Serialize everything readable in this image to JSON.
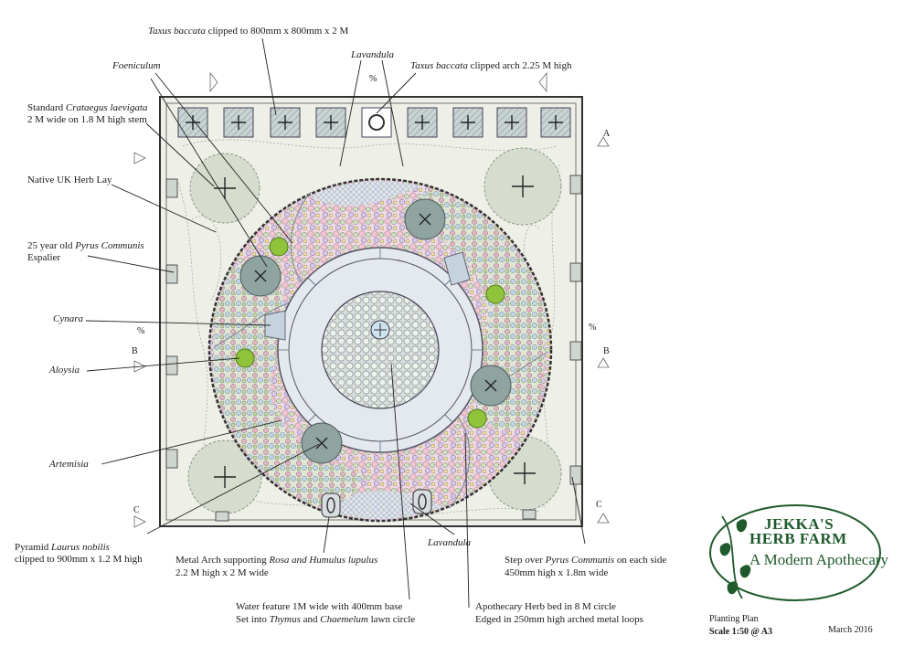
{
  "labels": {
    "taxus_top": {
      "pre": "",
      "it": "Taxus baccata",
      "post": " clipped to 800mm x 800mm x 2 M"
    },
    "foeniculum": {
      "pre": "",
      "it": "Foeniculum",
      "post": ""
    },
    "lavandula_top": {
      "pre": "",
      "it": "Lavandula",
      "post": ""
    },
    "taxus_arch": {
      "pre": "",
      "it": "Taxus baccata",
      "post": " clipped arch 2.25 M high"
    },
    "crataegus_1": {
      "pre": "Standard ",
      "it": "Crataegus laevigata",
      "post": ""
    },
    "crataegus_2": {
      "pre": "2 M wide on 1.8 M high stem",
      "it": "",
      "post": ""
    },
    "herb_lay": {
      "pre": "Native UK Herb Lay",
      "it": "",
      "post": ""
    },
    "pyrus_1": {
      "pre": "25 year old ",
      "it": "Pyrus Communis",
      "post": ""
    },
    "pyrus_2": {
      "pre": "Espalier",
      "it": "",
      "post": ""
    },
    "cynara": {
      "pre": "",
      "it": "Cynara",
      "post": ""
    },
    "aloysia": {
      "pre": "",
      "it": "Aloysia",
      "post": ""
    },
    "artemisia": {
      "pre": "",
      "it": "Artemisia",
      "post": ""
    },
    "laurus_1": {
      "pre": "Pyramid ",
      "it": "Laurus nobilis",
      "post": ""
    },
    "laurus_2": {
      "pre": "clipped to 900mm x 1.2 M high",
      "it": "",
      "post": ""
    },
    "arch_1": {
      "pre": "Metal Arch supporting ",
      "it": "Rosa and Humulus lupulus",
      "post": ""
    },
    "arch_2": {
      "pre": "2.2 M high x 2 M wide",
      "it": "",
      "post": ""
    },
    "lavandula_bottom": {
      "pre": "",
      "it": "Lavandula",
      "post": ""
    },
    "stepover_1": {
      "pre": "Step over ",
      "it": "Pyrus Communis",
      "post": " on each side"
    },
    "stepover_2": {
      "pre": "450mm high x 1.8m wide",
      "it": "",
      "post": ""
    },
    "water_1": {
      "pre": "Water feature 1M wide with 400mm base",
      "it": "",
      "post": ""
    },
    "water_2": {
      "pre": "Set into ",
      "it": "Thymus",
      "post": " and ",
      "it2": "Chaemelum",
      "post2": " lawn circle"
    },
    "apothecary_1": {
      "pre": "Apothecary Herb bed in 8 M circle",
      "it": "",
      "post": ""
    },
    "apothecary_2": {
      "pre": "Edged in 250mm high arched metal loops",
      "it": "",
      "post": ""
    }
  },
  "section_marks": {
    "a": "A",
    "b": "B",
    "c": "C",
    "d": "%",
    "e": "%",
    "f": "%"
  },
  "logo": {
    "line1": "JEKKA'S",
    "line2": "HERB FARM",
    "subtitle": "A Modern Apothecary"
  },
  "title_block": {
    "title": "Planting Plan",
    "scale": "Scale 1:50 @ A3",
    "date": "March 2016"
  },
  "colors": {
    "lawn": "#e9ede0",
    "tree": "#8fa3a0",
    "green_ball": "#8fc43a",
    "hedge": "#b9c6c6",
    "logo_green": "#1f5a2c"
  }
}
